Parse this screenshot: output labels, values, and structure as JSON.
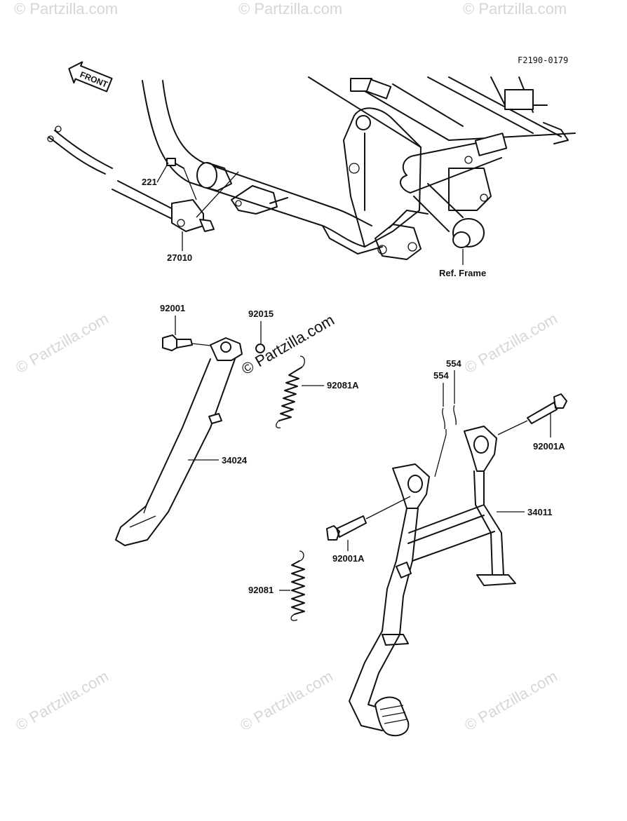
{
  "diagram_code": "F2190-0179",
  "front_label": "FRONT",
  "ref_frame_label": "Ref. Frame",
  "watermark_text": "© Partzilla.com",
  "part_labels": {
    "p221": "221",
    "p27010": "27010",
    "p92001": "92001",
    "p92015": "92015",
    "p92081A": "92081A",
    "p554a": "554",
    "p554b": "554",
    "p92001A_right": "92001A",
    "p34024": "34024",
    "p34011": "34011",
    "p92001A_left": "92001A",
    "p92081": "92081"
  },
  "colors": {
    "line": "#111111",
    "watermark": "#d6d6d6",
    "background": "#ffffff"
  }
}
